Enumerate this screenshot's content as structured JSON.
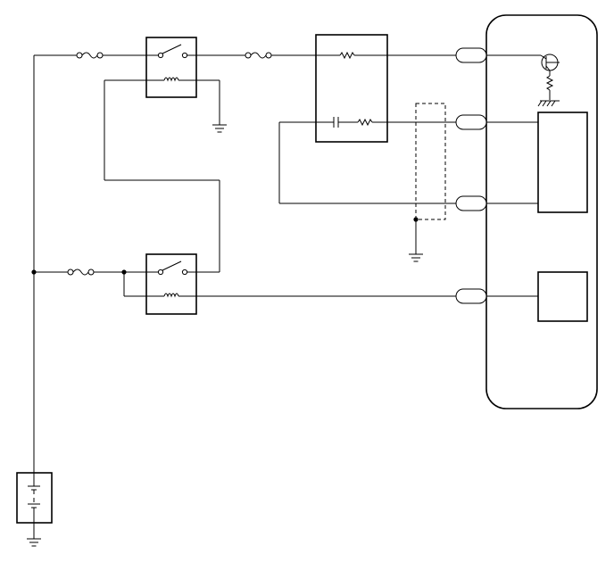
{
  "diagram": {
    "kind": "wiring-schematic",
    "text_labels": [],
    "component_kinds": [
      "battery",
      "ground",
      "fuse",
      "relay",
      "resistor",
      "capacitor",
      "transistor",
      "connector-pin",
      "shielded-wire",
      "control-module"
    ]
  }
}
